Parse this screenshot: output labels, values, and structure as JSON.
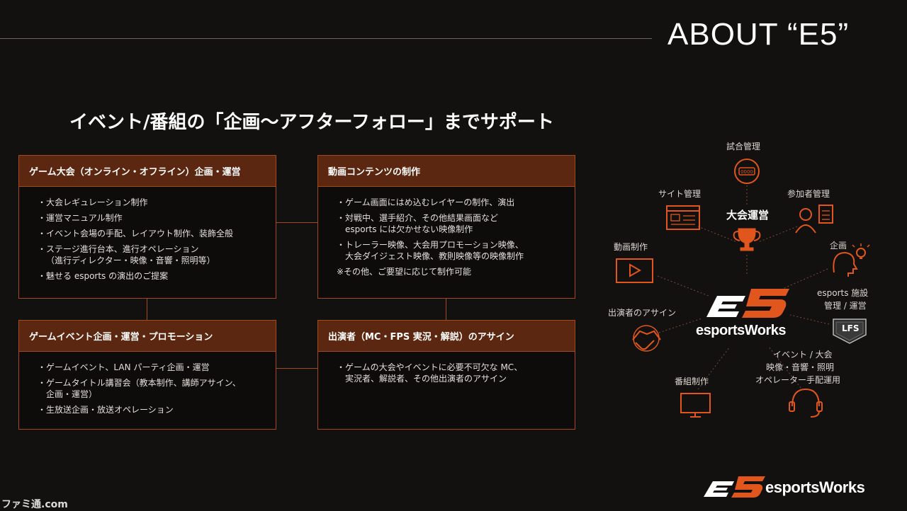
{
  "slide": {
    "title": "ABOUT “E5”",
    "headline": "イベント/番組の「企画～アフターフォロー」までサポート"
  },
  "panels": [
    {
      "title": "ゲーム大会（オンライン・オフライン）企画・運営",
      "items": [
        [
          "・大会レギュレーション制作"
        ],
        [
          "・運営マニュアル制作"
        ],
        [
          "・イベント会場の手配、レイアウト制作、装飾全般"
        ],
        [
          "・ステージ進行台本、進行オペレーション",
          "（進行ディレクター・映像・音響・照明等）"
        ],
        [
          "・魅せる esports の演出のご提案"
        ]
      ]
    },
    {
      "title": "動画コンテンツの制作",
      "items": [
        [
          "・ゲーム画面にはめ込むレイヤーの制作、演出"
        ],
        [
          "・対戦中、選手紹介、その他結果画面など",
          "esports には欠かせない映像制作"
        ],
        [
          "・トレーラー映像、大会用プロモーション映像、",
          "大会ダイジェスト映像、教則映像等の映像制作"
        ],
        [
          "※その他、ご要望に応じて制作可能"
        ]
      ]
    },
    {
      "title": "ゲームイベント企画・運営・プロモーション",
      "items": [
        [
          "・ゲームイベント、LAN パーティ企画・運営"
        ],
        [
          "・ゲームタイトル講習会（教本制作、講師アサイン、",
          "企画・運営）"
        ],
        [
          "・生放送企画・放送オペレーション"
        ]
      ]
    },
    {
      "title": "出演者（MC・FPS 実況・解説）のアサイン",
      "items": [
        [
          "・ゲームの大会やイベントに必要不可欠な MC、",
          "実況者、解説者、その他出演者のアサイン"
        ]
      ]
    }
  ],
  "diagram": {
    "center": "大会運営",
    "brand_mark": "E5",
    "brand_name": "esportsWorks",
    "nodes": {
      "match": "試合管理",
      "site": "サイト管理",
      "participants": "参加者管理",
      "planning": "企画",
      "video": "動画制作",
      "facility_1": "esports 施設",
      "facility_2": "管理 / 運営",
      "facility_badge": "LFS",
      "talent": "出演者のアサイン",
      "event_1": "イベント / 大会",
      "event_2": "映像・音響・照明",
      "event_3": "オペレーター手配運用",
      "program": "番組制作"
    }
  },
  "footer": {
    "brand_mark": "E5",
    "brand_name": "esportsWorks",
    "watermark": "ファミ通.com"
  },
  "colors": {
    "background": "#121110",
    "accent": "#e0561c",
    "panel_header": "#5b2710",
    "panel_border": "#a24a1e"
  }
}
